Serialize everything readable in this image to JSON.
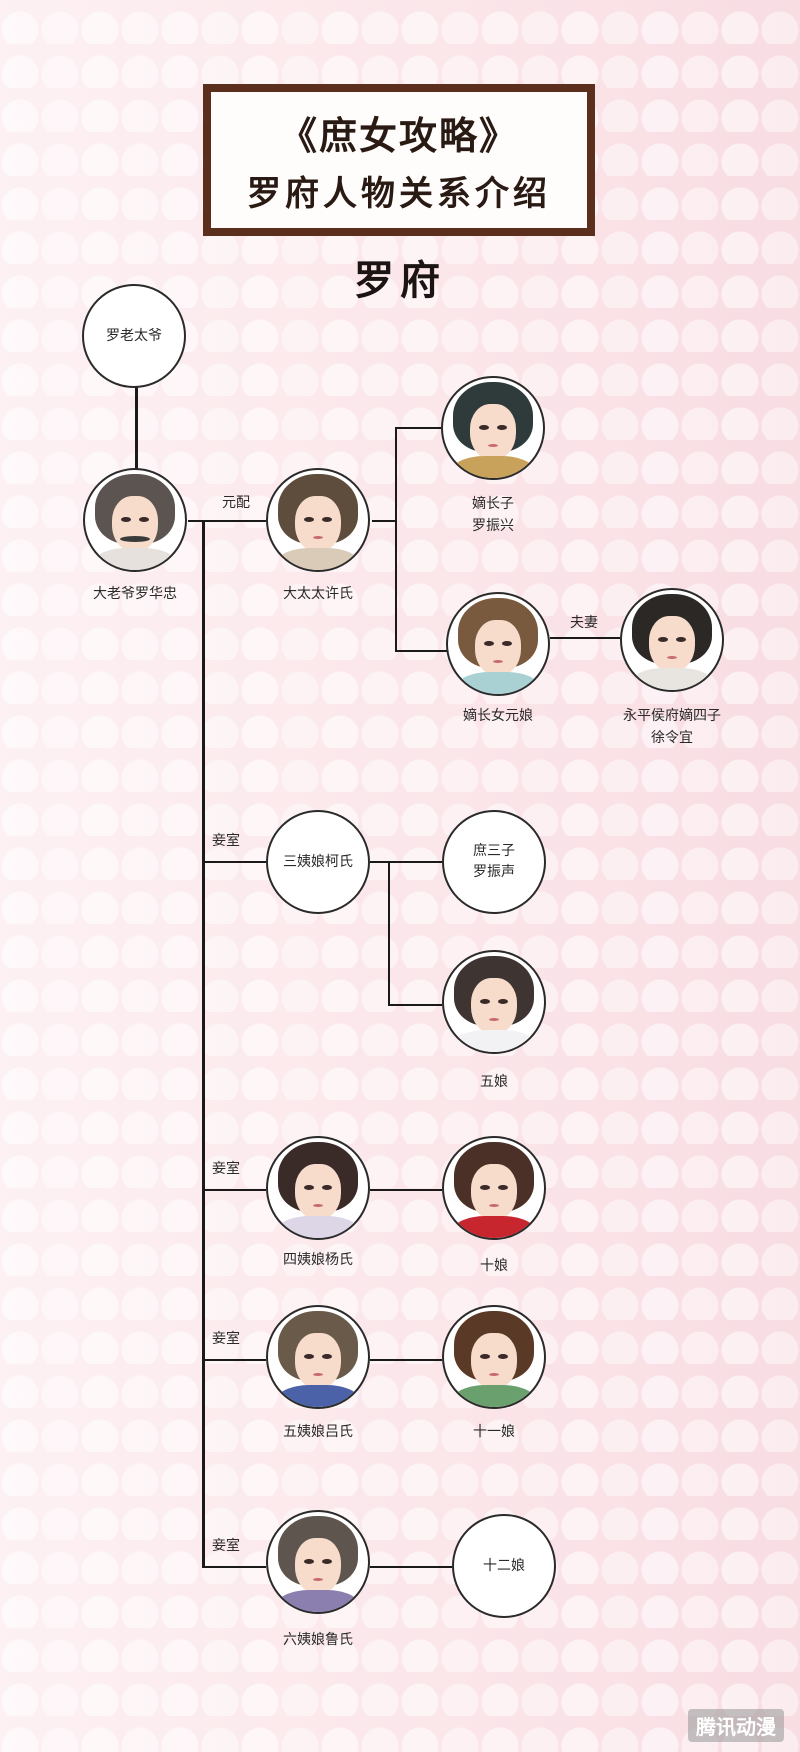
{
  "header": {
    "title_line1": "《庶女攻略》",
    "title_line2": "罗府人物关系介绍",
    "house": "罗府"
  },
  "relations": {
    "yuanpei": "元配",
    "fuqi": "夫妻",
    "qieshi": "妾室"
  },
  "people": {
    "grandfather": {
      "name": "罗老太爷"
    },
    "father": {
      "name": "大老爷罗华忠"
    },
    "madam_xu": {
      "name": "大太太许氏"
    },
    "eldest_son": {
      "line1": "嫡长子",
      "line2": "罗振兴"
    },
    "eldest_daughter": {
      "name": "嫡长女元娘"
    },
    "son_in_law": {
      "line1": "永平侯府嫡四子",
      "line2": "徐令宜"
    },
    "concubine_ke": {
      "name": "三姨娘柯氏"
    },
    "third_son": {
      "line1": "庶三子",
      "line2": "罗振声"
    },
    "fifth_daughter": {
      "name": "五娘"
    },
    "concubine_yang": {
      "name": "四姨娘杨氏"
    },
    "tenth_daughter": {
      "name": "十娘"
    },
    "concubine_lv": {
      "name": "五姨娘吕氏"
    },
    "eleventh_daughter": {
      "name": "十一娘"
    },
    "concubine_lu": {
      "name": "六姨娘鲁氏"
    },
    "twelfth_daughter": {
      "name": "十二娘"
    }
  },
  "watermark": "腾讯动漫"
}
